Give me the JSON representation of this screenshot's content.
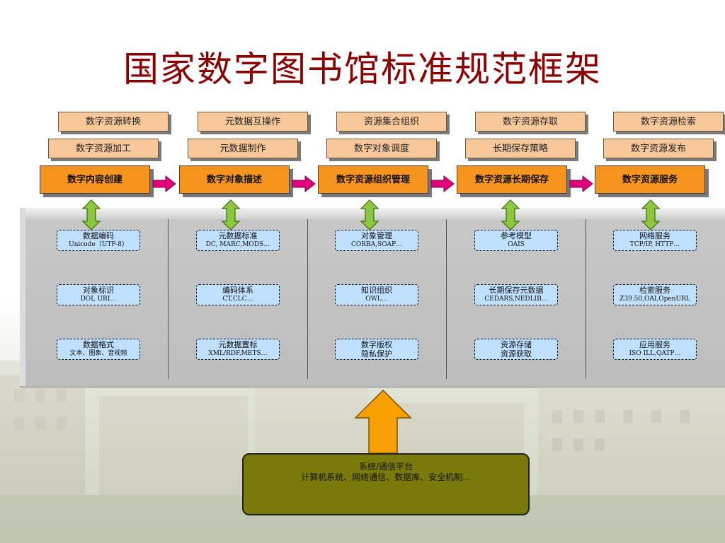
{
  "title": "国家数字图书馆标准规范框架",
  "columns": [
    {
      "top": "数字资源转换",
      "mid": "数字资源加工",
      "main": "数字内容创建",
      "tech": [
        {
          "name": "数据编码",
          "detail": "Unicode（UTF-8）"
        },
        {
          "name": "对象标识",
          "detail": "DOI, URI…"
        },
        {
          "name": "数据格式",
          "detail": "文本、图象、音视频"
        }
      ]
    },
    {
      "top": "元数据互操作",
      "mid": "元数据制作",
      "main": "数字对象描述",
      "tech": [
        {
          "name": "元数据标准",
          "detail": "DC, MARC,MODS…"
        },
        {
          "name": "编码体系",
          "detail": "CT,CLC…"
        },
        {
          "name": "元数据置标",
          "detail": "XML/RDF,METS…"
        }
      ]
    },
    {
      "top": "资源集合组织",
      "mid": "数字对象调度",
      "main": "数字资源组织管理",
      "tech": [
        {
          "name": "对象管理",
          "detail": "CORBA,SOAP…"
        },
        {
          "name": "知识组织",
          "detail": "OWL…"
        },
        {
          "name": "数字版权",
          "detail": "隐私保护"
        }
      ]
    },
    {
      "top": "数字资源存取",
      "mid": "长期保存策略",
      "main": "数字资源长期保存",
      "tech": [
        {
          "name": "参考模型",
          "detail": "OAIS"
        },
        {
          "name": "长期保存元数据",
          "detail": "CEDARS,NEDLIB…"
        },
        {
          "name": "资源存储",
          "detail": "资源获取"
        }
      ]
    },
    {
      "top": "数字资源检索",
      "mid": "数字资源发布",
      "main": "数字资源服务",
      "tech": [
        {
          "name": "网络服务",
          "detail": "TCP/IP, HTTP…"
        },
        {
          "name": "检索服务",
          "detail": "Z39.50,OAI,OpenURL"
        },
        {
          "name": "应用服务",
          "detail": "ISO ILL,QATP…"
        }
      ]
    }
  ],
  "platform": {
    "line1": "系统/通信平台",
    "line2": "计算机系统、网络通信、数据库、安全机制..."
  },
  "colors": {
    "title": "#8B0000",
    "tan_box": "#f8c89a",
    "main_box": "#f7941d",
    "flow_arrow": "#e0007a",
    "link_arrow": "#8dc63f",
    "up_arrow": "#f7a000",
    "tech_box": "#bfe0ff",
    "platform": "#7a7a0a"
  }
}
